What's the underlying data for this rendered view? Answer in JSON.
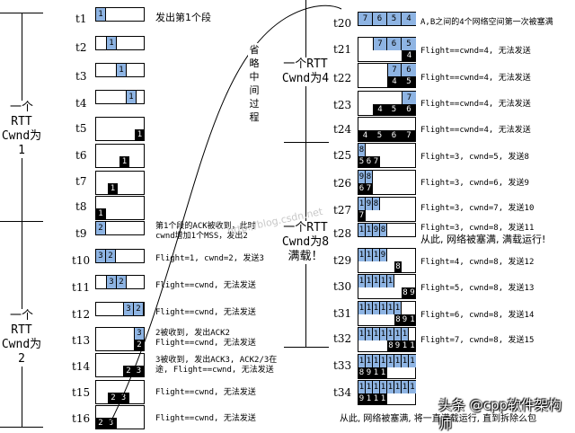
{
  "left": {
    "times": [
      "t1",
      "t2",
      "t3",
      "t4",
      "t5",
      "t6",
      "t7",
      "t8",
      "t9",
      "t10",
      "t11",
      "t12",
      "t13",
      "t14",
      "t15",
      "t16"
    ],
    "rtt1": "一个RTT\nCwnd为1",
    "rtt2": "一个RTT\nCwnd为2",
    "notes": {
      "n1": "发出第1个段",
      "n9": "第1个段的ACK被收到，此时\ncwnd增加1个MSS，发出2",
      "n10": "Flight=1, cwnd=2, 发送3",
      "n11": "Flight==cwnd, 无法发送",
      "n12": "Flight==cwnd, 无法发送",
      "n13": "2被收到, 发出ACK2\nFlight==cwnd, 无法发送",
      "n14": "3被收到, 发出ACK3, ACK2/3在\n途, Flight==cwnd, 无法发送",
      "n15": "Flight==cwnd, 无法发送",
      "n16": "Flight==cwnd, 无法发送"
    }
  },
  "middle": {
    "omitted": "省略中间过程"
  },
  "right": {
    "times": [
      "t20",
      "t21",
      "t22",
      "t23",
      "t24",
      "t25",
      "t26",
      "t27",
      "t28",
      "t29",
      "t30",
      "t31",
      "t32",
      "t33",
      "t34"
    ],
    "rtt4": "一个RTT\nCwnd为4",
    "rtt8": "一个RTT\nCwnd为8\n满载！",
    "notes": {
      "n20": "A,B之间的4个网络空间第一次被塞满",
      "n21": "Flight==cwnd=4, 无法发送",
      "n22": "Flight==cwnd=4, 无法发送",
      "n23": "Flight==cwnd=4, 无法发送",
      "n24": "Flight==cwnd=4, 无法发送",
      "n25": "Flight=3, cwnd=5, 发送8",
      "n26": "Flight=3, cwnd=6, 发送9",
      "n27": "Flight=3, cwnd=7, 发送10",
      "n28": "Flight=3, cwnd=8, 发送11",
      "n28b": "从此, 网络被塞满, 满载运行!",
      "n29": "Flight=4, cwnd=8, 发送12",
      "n30": "Flight=5, cwnd=8, 发送13",
      "n31": "Flight=6, cwnd=8, 发送14",
      "n32": "Flight=7, cwnd=8, 发送15",
      "n34": "从此, 网络被塞满, 将一直满载运行, 直到拆除么包"
    }
  },
  "watermark": "http://blog.csdn.net",
  "brand": "头条 @cpp软件架构师",
  "colors": {
    "blue": "#8eb4e3",
    "black": "#000000",
    "white": "#ffffff"
  }
}
